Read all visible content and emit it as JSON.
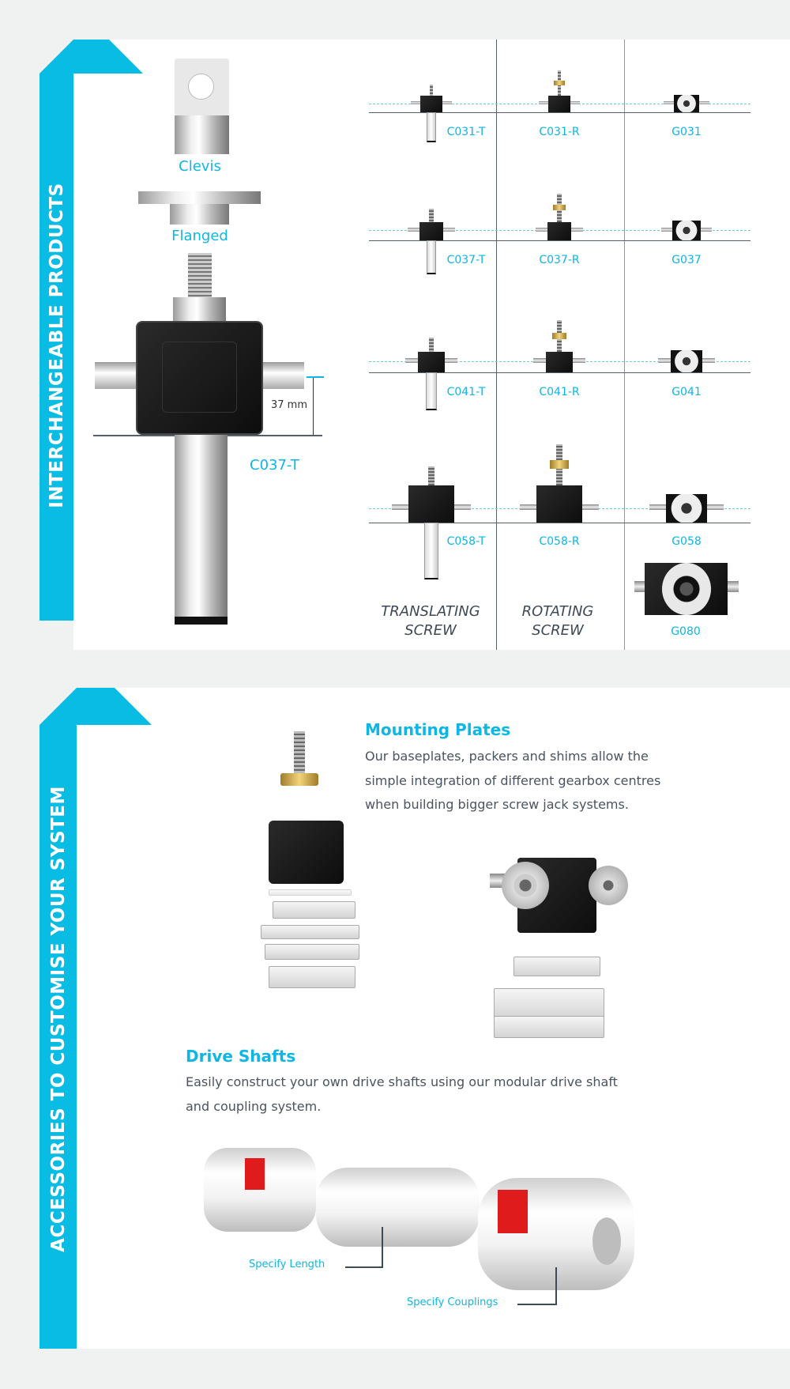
{
  "section1": {
    "side_title": "INTERCHANGEABLE PRODUCTS",
    "end_fittings": [
      "Clevis",
      "Flanged"
    ],
    "main_product": "C037-T",
    "dimension": "37 mm",
    "columns": [
      {
        "title_line1": "TRANSLATING",
        "title_line2": "SCREW"
      },
      {
        "title_line1": "ROTATING",
        "title_line2": "SCREW"
      }
    ],
    "grid": [
      [
        "C031-T",
        "C031-R",
        "G031"
      ],
      [
        "C037-T",
        "C037-R",
        "G037"
      ],
      [
        "C041-T",
        "C041-R",
        "G041"
      ],
      [
        "C058-T",
        "C058-R",
        "G058"
      ]
    ],
    "extra": "G080"
  },
  "section2": {
    "side_title": "ACCESSORIES TO CUSTOMISE YOUR SYSTEM",
    "mounting": {
      "title": "Mounting Plates",
      "lines": [
        "Our baseplates, packers and shims allow the",
        "simple integration of different gearbox centres",
        "when building bigger screw jack systems."
      ]
    },
    "shafts": {
      "title": "Drive Shafts",
      "lines": [
        "Easily construct your own drive shafts using our modular drive shaft",
        "and coupling system."
      ],
      "callouts": [
        "Specify Length",
        "Specify Couplings"
      ]
    }
  },
  "colors": {
    "accent": "#08bce4",
    "text": "#4a5360",
    "background": "#f0f1f1"
  }
}
